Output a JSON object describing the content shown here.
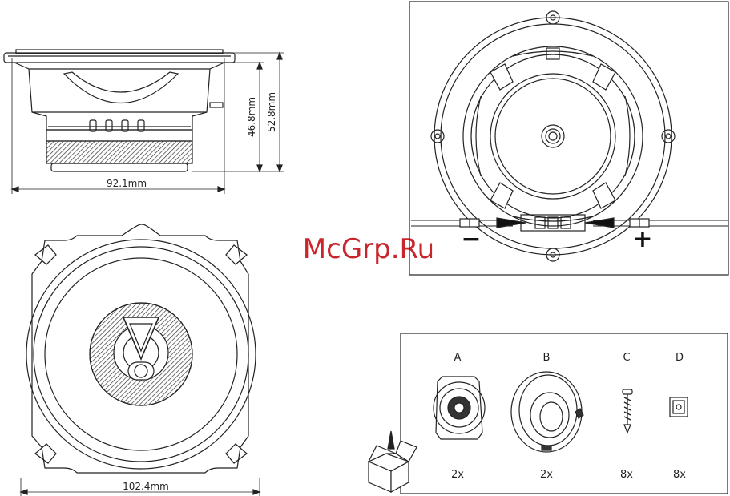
{
  "dimensions": {
    "side_width": "92.1mm",
    "side_height_inner": "46.8mm",
    "side_height_outer": "52.8mm",
    "front_width": "102.4mm"
  },
  "watermark": "McGrp.Ru",
  "wiring": {
    "negative": "−",
    "positive": "+"
  },
  "contents": [
    {
      "letter": "A",
      "qty": "2x"
    },
    {
      "letter": "B",
      "qty": "2x"
    },
    {
      "letter": "C",
      "qty": "8x"
    },
    {
      "letter": "D",
      "qty": "8x"
    }
  ],
  "colors": {
    "line": "#222222",
    "watermark": "#c8262c"
  }
}
